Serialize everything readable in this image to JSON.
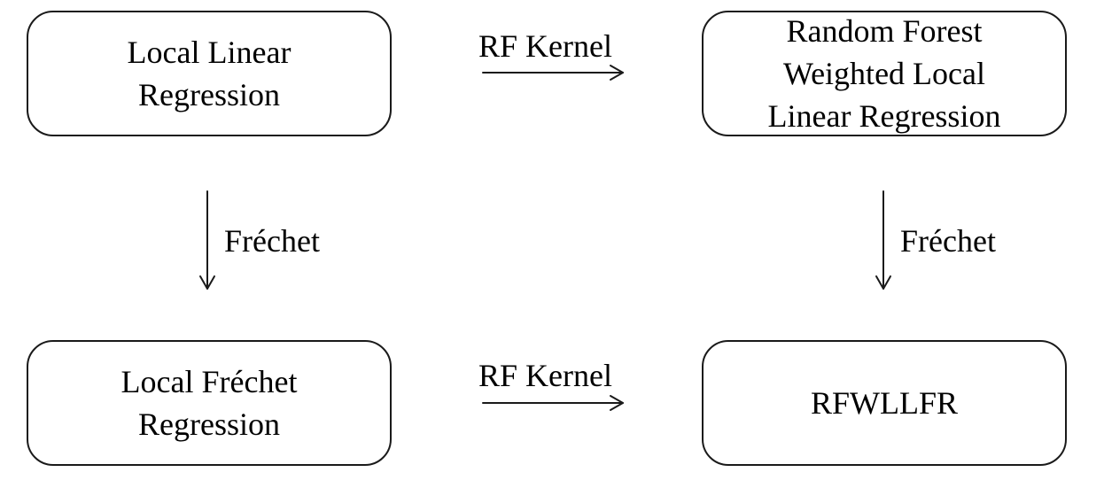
{
  "boxes": {
    "top_left": {
      "lines": [
        "Local Linear",
        "Regression"
      ]
    },
    "top_right": {
      "lines": [
        "Random Forest",
        "Weighted Local",
        "Linear Regression"
      ]
    },
    "bottom_left": {
      "lines": [
        "Local Fréchet",
        "Regression"
      ]
    },
    "bottom_right": {
      "lines": [
        "RFWLLFR"
      ]
    }
  },
  "edges": {
    "top": "RF Kernel",
    "bottom": "RF Kernel",
    "left": "Fréchet",
    "right": "Fréchet"
  }
}
